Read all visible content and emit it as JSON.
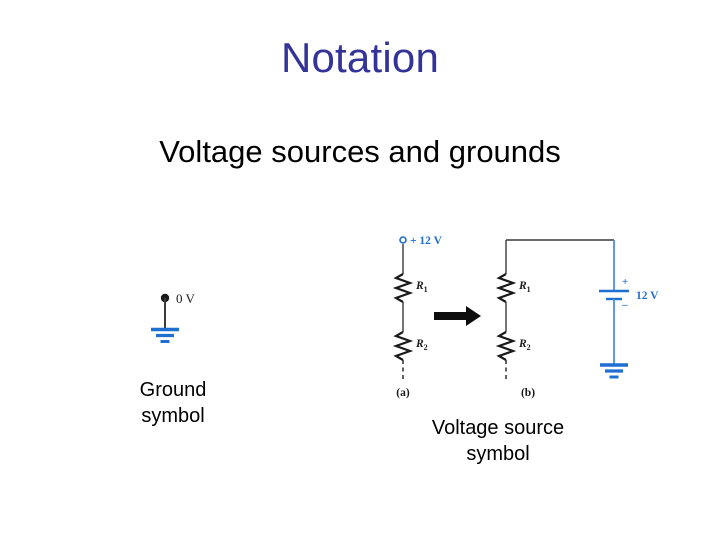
{
  "slide": {
    "title": "Notation",
    "subtitle": "Voltage sources and grounds"
  },
  "colors": {
    "title_indigo": "#333399",
    "body_black": "#000000",
    "circuit_blue": "#1f6fd0",
    "circuit_blue_light": "#4a90d9",
    "wire_dark": "#3a3a3a",
    "background": "#ffffff"
  },
  "ground_symbol": {
    "caption": "Ground\nsymbol",
    "node_label": "0 V",
    "node_dot": "filled-node-dot",
    "bar_count": 3
  },
  "voltage_source_symbol": {
    "caption": "Voltage source\nsymbol",
    "transition_arrow": "right-arrow-icon",
    "circuit_a": {
      "sublabel": "(a)",
      "terminal_label": "+ 12 V",
      "terminal_marker": "open-circle-terminal",
      "resistors": [
        {
          "label": "R",
          "subscript": "1"
        },
        {
          "label": "R",
          "subscript": "2"
        }
      ],
      "bottom_lead": "dashed"
    },
    "circuit_b": {
      "sublabel": "(b)",
      "resistors": [
        {
          "label": "R",
          "subscript": "1"
        },
        {
          "label": "R",
          "subscript": "2"
        }
      ],
      "bottom_lead": "dashed",
      "battery": {
        "value_label": "12 V",
        "positive_sign": "+",
        "negative_sign": "–"
      },
      "ground": "ground-symbol",
      "ground_bar_count": 3
    }
  }
}
